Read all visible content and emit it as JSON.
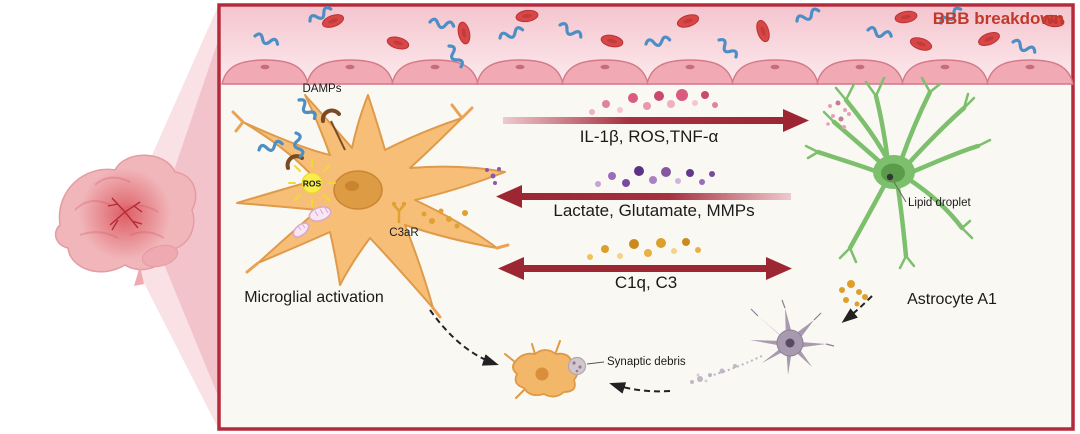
{
  "figure": {
    "bbb_label": "BBB breakdown",
    "microglia": {
      "damps_label": "DAMPs",
      "ros_label": "ROS",
      "c3ar_label": "C3aR",
      "caption": "Microglial activation"
    },
    "signals": {
      "cytokines": "IL-1β, ROS,TNF-α",
      "metabolites": "Lactate, Glutamate, MMPs",
      "complement": "C1q, C3"
    },
    "astrocyte": {
      "lipid_label": "Lipid droplet",
      "caption": "Astrocyte A1"
    },
    "debris": {
      "caption": "Synaptic debris"
    },
    "colors": {
      "panel_border": "#b5293a",
      "arrow_red": "#9c2733",
      "bbb_text": "#c0392b",
      "microglia_fill": "#f7be77",
      "astrocyte_fill": "#7cbf6c",
      "band_pink": "#f6c9d2"
    }
  }
}
